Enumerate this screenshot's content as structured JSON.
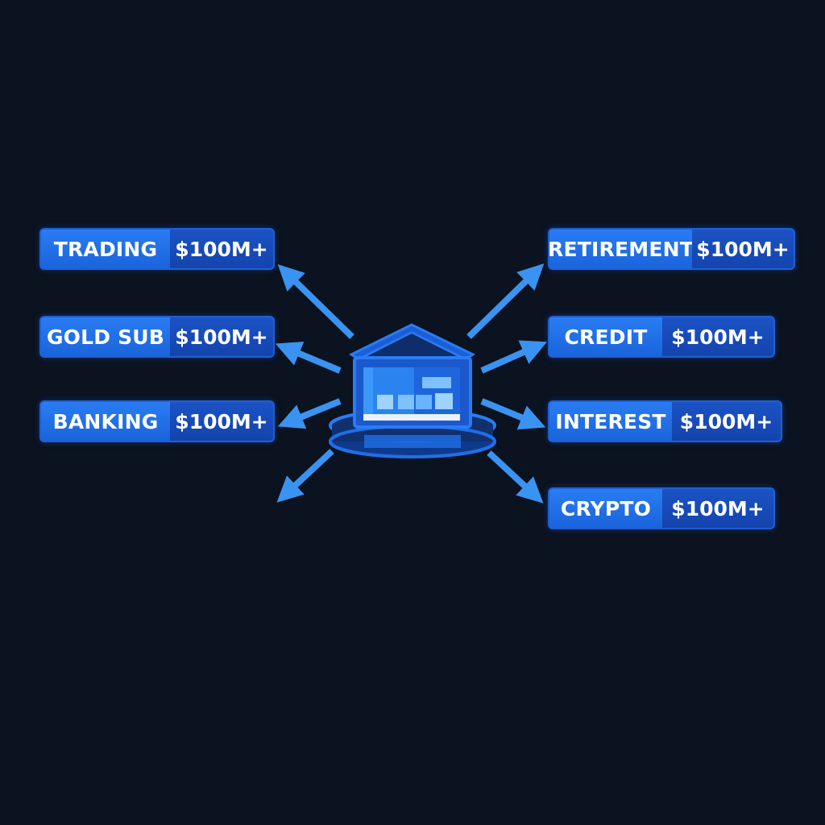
{
  "colors": {
    "background": "#0b1220",
    "arrow": "#3a93f0",
    "label_fill": "#1f6fe8",
    "value_fill": "#1649b6"
  },
  "hub": {
    "icon": "bank-icon"
  },
  "left_items": [
    {
      "label": "TRADING",
      "value": "$100M+"
    },
    {
      "label": "GOLD SUB",
      "value": "$100M+"
    },
    {
      "label": "BANKING",
      "value": "$100M+"
    }
  ],
  "right_items": [
    {
      "label": "RETIREMENT",
      "value": "$100M+"
    },
    {
      "label": "CREDIT",
      "value": "$100M+"
    },
    {
      "label": "INTEREST",
      "value": "$100M+"
    },
    {
      "label": "CRYPTO",
      "value": "$100M+"
    }
  ]
}
